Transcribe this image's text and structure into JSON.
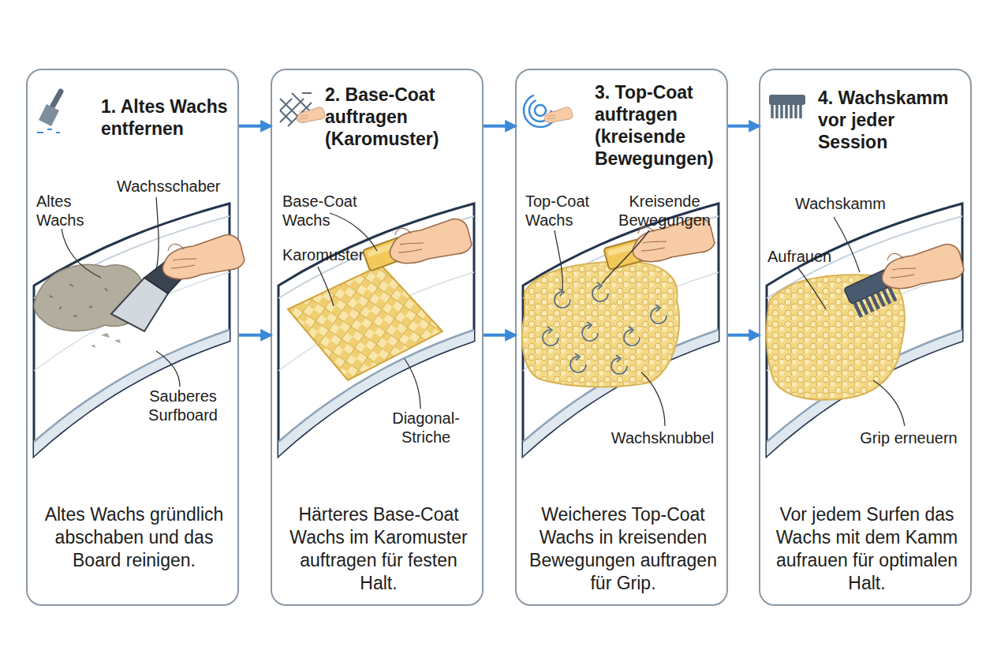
{
  "diagram": {
    "nodes": [
      {
        "text": [
          "1. Altes Wachs entfernen",
          "Altes Wachs gründlich abschaben und das Board reinigen."
        ]
      },
      {
        "text": [
          "2. Base-Coat auftragen (Karomuster)",
          "Härteres Base-Coat Wachs im Karomuster auftragen für festen Halt."
        ]
      },
      {
        "text": [
          "3. Top-Coat auftragen (kreisende Bewegungen)",
          "Weicheres Top-Coat Wachs in kreisenden Bewegungen auftragen für Grip."
        ]
      },
      {
        "text": [
          "4. Wachskamm vor jeder Session",
          "Vor jedem Surfen das Wachs mit dem Kamm aufrauen für optimalen Halt."
        ]
      }
    ],
    "edges": [
      {
        "from": 0,
        "to": 1,
        "arrow": "to"
      },
      {
        "from": 0,
        "to": 1,
        "arrow": "to"
      },
      {
        "from": 1,
        "to": 2,
        "arrow": "to"
      },
      {
        "from": 1,
        "to": 2,
        "arrow": "to"
      },
      {
        "from": 2,
        "to": 3,
        "arrow": "to"
      },
      {
        "from": 2,
        "to": 3,
        "arrow": "to"
      }
    ],
    "labels": [
      "Altes Wachs",
      "Wachsschaber",
      "Sauberes Surfboard",
      "Base-Coat Wachs",
      "Karomuster",
      "Diagonal- Striche",
      "Top-Coat Wachs",
      "Kreisende Bewegungen",
      "Wachsknubbel",
      "Wachskamm",
      "Aufrauen",
      "Grip erneuern"
    ]
  }
}
